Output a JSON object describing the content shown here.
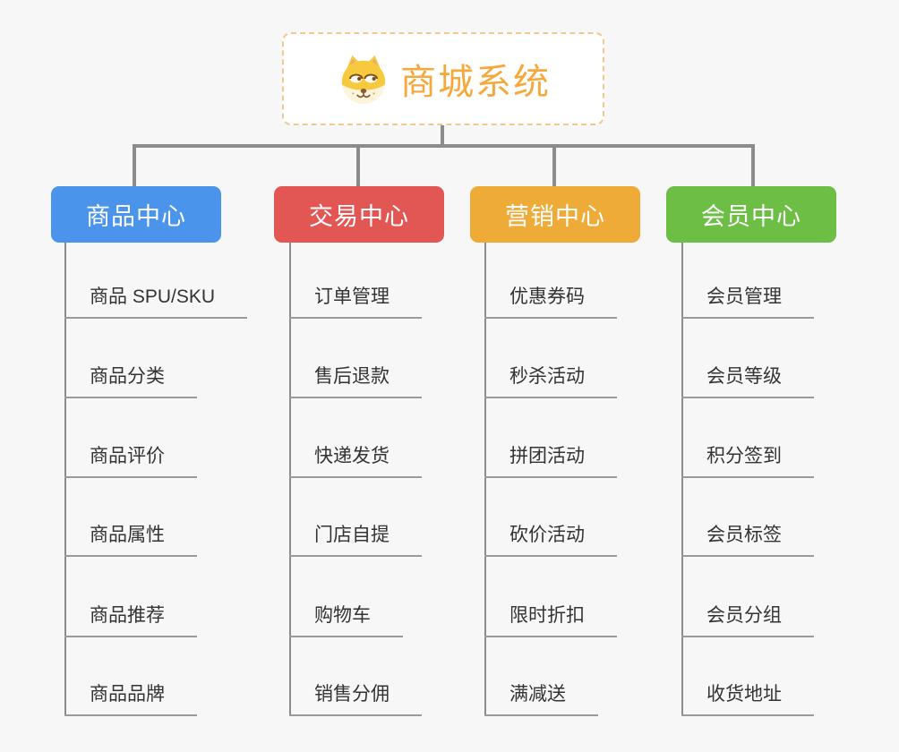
{
  "root": {
    "title": "商城系统",
    "icon": "dog-face-icon"
  },
  "colors": {
    "background": "#F7F7F7",
    "connector": "#8C8C8C",
    "underline": "#9A9A9A",
    "item_text": "#333333",
    "root_title": "#F5A93C",
    "root_border": "#F2C88D",
    "root_bg": "#FFFFFF"
  },
  "branches": [
    {
      "label": "商品中心",
      "color": "#4B94EC",
      "items": [
        "商品 SPU/SKU",
        "商品分类",
        "商品评价",
        "商品属性",
        "商品推荐",
        "商品品牌"
      ]
    },
    {
      "label": "交易中心",
      "color": "#E25754",
      "items": [
        "订单管理",
        "售后退款",
        "快递发货",
        "门店自提",
        "购物车",
        "销售分佣"
      ]
    },
    {
      "label": "营销中心",
      "color": "#EEAB38",
      "items": [
        "优惠券码",
        "秒杀活动",
        "拼团活动",
        "砍价活动",
        "限时折扣",
        "满减送"
      ]
    },
    {
      "label": "会员中心",
      "color": "#6CBE45",
      "items": [
        "会员管理",
        "会员等级",
        "积分签到",
        "会员标签",
        "会员分组",
        "收货地址"
      ]
    }
  ]
}
